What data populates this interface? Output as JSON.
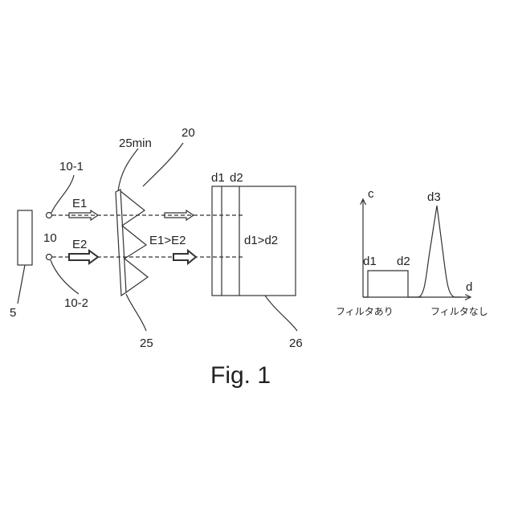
{
  "labels": {
    "source": "5",
    "beam_group": "10",
    "beam1": "10-1",
    "beam2": "10-2",
    "energy1": "E1",
    "energy2": "E2",
    "energy_relation": "E1>E2",
    "filter_assembly": "20",
    "filter": "25",
    "filter_min": "25min",
    "target": "26",
    "depth1": "d1",
    "depth2": "d2",
    "depth_relation": "d1>d2"
  },
  "graph": {
    "y_axis": "c",
    "x_axis": "d",
    "peak_d1": "d1",
    "peak_d2": "d2",
    "peak_d3": "d3",
    "with_filter": "フィルタあり",
    "without_filter": "フィルタなし"
  },
  "caption": "Fig. 1"
}
